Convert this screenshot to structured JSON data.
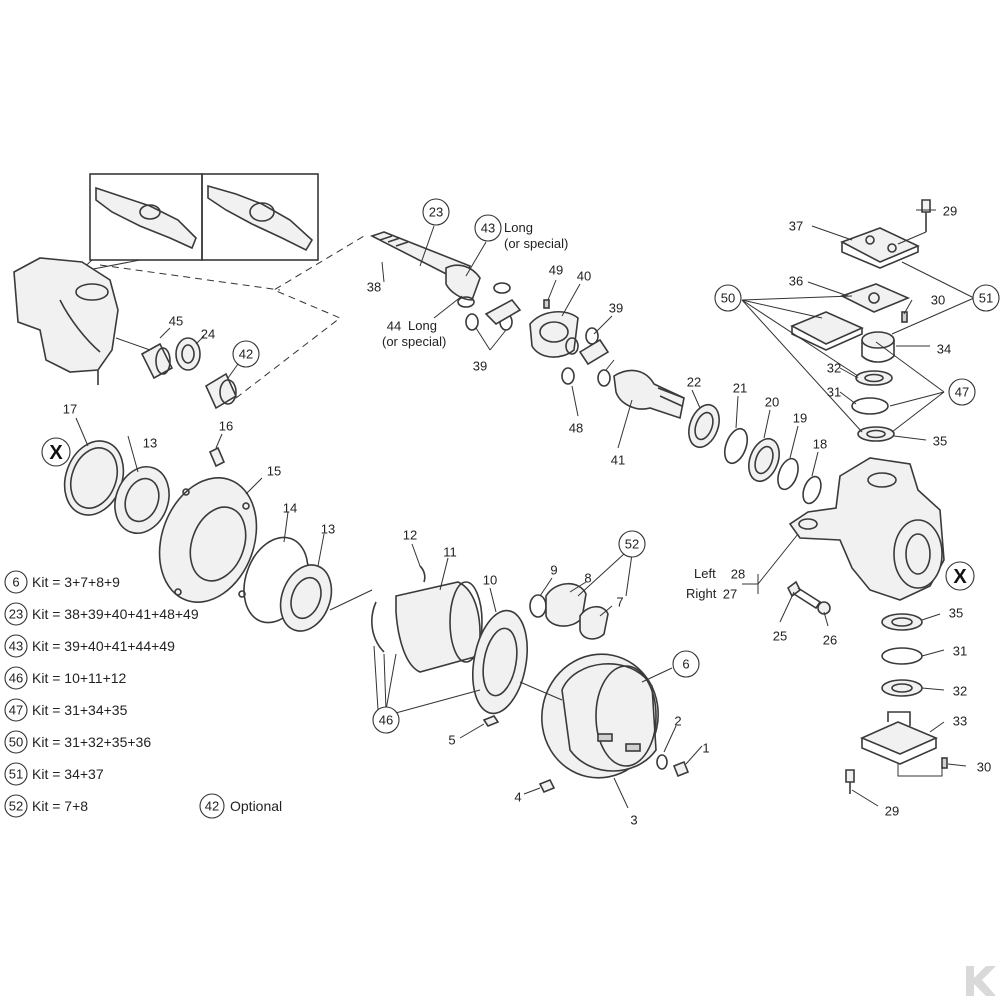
{
  "callouts": {
    "p1": "1",
    "p2": "2",
    "p3": "3",
    "p4": "4",
    "p5": "5",
    "p6": "6",
    "p7": "7",
    "p8": "8",
    "p9": "9",
    "p10": "10",
    "p11": "11",
    "p12": "12",
    "p13a": "13",
    "p13b": "13",
    "p14": "14",
    "p15": "15",
    "p16": "16",
    "p17": "17",
    "p18": "18",
    "p19": "19",
    "p20": "20",
    "p21": "21",
    "p22": "22",
    "p23": "23",
    "p24": "24",
    "p25": "25",
    "p26": "26",
    "p27": "27",
    "p28": "28",
    "p29a": "29",
    "p29b": "29",
    "p30a": "30",
    "p30b": "30",
    "p31a": "31",
    "p31b": "31",
    "p32a": "32",
    "p32b": "32",
    "p33": "33",
    "p34": "34",
    "p35a": "35",
    "p35b": "35",
    "p36": "36",
    "p37": "37",
    "p38": "38",
    "p39a": "39",
    "p39b": "39",
    "p40": "40",
    "p41": "41",
    "p42": "42",
    "p43": "43",
    "p44": "44",
    "p45": "45",
    "p46": "46",
    "p47": "47",
    "p48": "48",
    "p49": "49",
    "p50": "50",
    "p51": "51",
    "p52": "52"
  },
  "annotations": {
    "long": "Long",
    "or_special": "(or special)",
    "long2": "Long",
    "or_special2": "(or special)",
    "left": "Left",
    "right": "Right",
    "x_mark": "X"
  },
  "kits": [
    {
      "num": "6",
      "text": "Kit = 3+7+8+9"
    },
    {
      "num": "23",
      "text": "Kit = 38+39+40+41+48+49"
    },
    {
      "num": "43",
      "text": "Kit = 39+40+41+44+49"
    },
    {
      "num": "46",
      "text": "Kit = 10+11+12"
    },
    {
      "num": "47",
      "text": "Kit = 31+34+35"
    },
    {
      "num": "50",
      "text": "Kit = 31+32+35+36"
    },
    {
      "num": "51",
      "text": "Kit = 34+37"
    },
    {
      "num": "52",
      "text": "Kit = 7+8"
    }
  ],
  "optional_note": {
    "num": "42",
    "text": "Optional"
  },
  "colors": {
    "line": "#3a3a3a",
    "background": "#ffffff",
    "watermark": "#d9d9d9"
  },
  "icons": {
    "watermark": "k-logo-watermark-icon"
  }
}
